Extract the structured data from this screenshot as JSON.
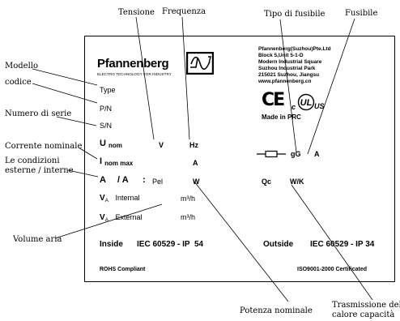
{
  "callouts": {
    "tensione": "Tensione",
    "frequenza": "Frequenza",
    "tipo_fusibile": "Tipo di fusibile",
    "fusibile": "Fusibile",
    "modello": "Modello",
    "codice": "codice",
    "numero_serie": "Numero di serie",
    "corrente_nominale": "Corrente nominale",
    "condizioni_1": "Le condizioni",
    "condizioni_2": "esterne / interne",
    "volume_aria": "Volume aria",
    "potenza_nominale": "Potenza nominale",
    "trasmissione_1": "Trasmissione del",
    "trasmissione_2": "calore capacità"
  },
  "plate": {
    "brand": "Pfannenberg",
    "tagline": "ELECTRO TECHNOLOGY FOR INDUSTRY",
    "address": [
      "Pfannenberg(Suzhou)Pte.Ltd",
      "Block 5,Unit 5-1-D",
      "Modern Industrial Square",
      "Suzhou Industrial Park",
      "215021 Suzhou, Jiangsu",
      "www.pfannenberg.cn"
    ],
    "ce": "CE",
    "ul_c": "c",
    "ul_us": "US",
    "made_in": "Made in PRC",
    "type": "Type",
    "pn": "P/N",
    "sn": "S/N",
    "u_nom_main": "U",
    "u_nom_sub": "nom",
    "v": "V",
    "hz": "Hz",
    "i_main": "I",
    "i_sub": "nom max",
    "a_unit": "A",
    "fuse_type": "gG",
    "fuse_a": "A",
    "a_ext": "A",
    "slash_a": "/ A",
    "colon": ":",
    "pel": "Pel",
    "w": "W",
    "qc": "Qc",
    "wk": "W/K",
    "va_int_main": "V",
    "va_int_sub": "A",
    "internal": "Internal",
    "va_ext_main": "V",
    "va_ext_sub": "A",
    "external": "External",
    "m3h_1": "m³/h",
    "m3h_2": "m³/h",
    "inside": "Inside",
    "inside_ip": "IEC 60529 - IP  54",
    "outside": "Outside",
    "outside_ip": "IEC 60529 - IP 34",
    "rohs": "ROHS Compliant",
    "iso": "ISO9001-2000 Certificated"
  }
}
